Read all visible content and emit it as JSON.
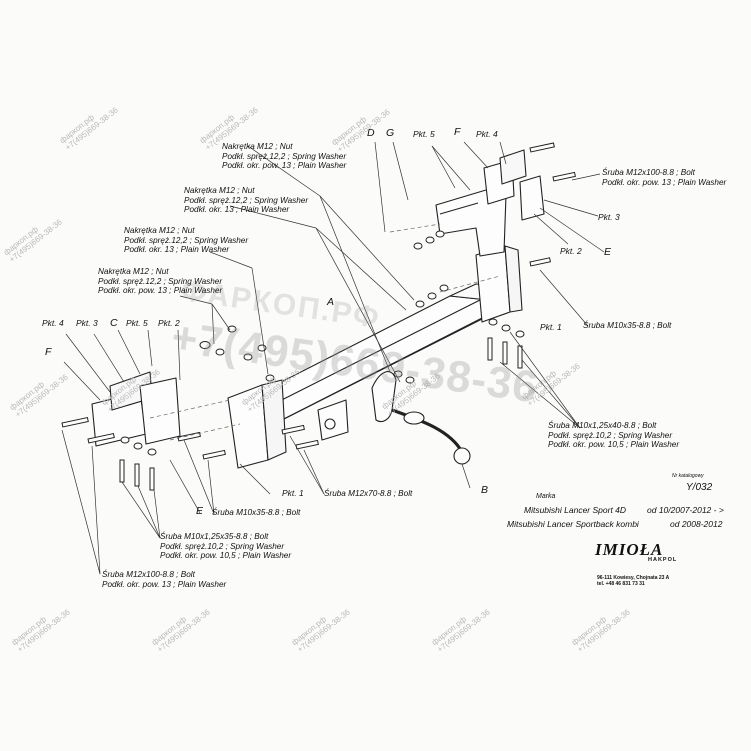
{
  "watermark": {
    "site": "фаркоп.рф",
    "phone": "+7(495)669-38-36",
    "big_line_1": "ФАРКОП.РФ",
    "big_line_2": "+7(495)669-38-36"
  },
  "labels": {
    "nut_group_1": [
      "Nakrętka M12 ; Nut",
      "Podkł. spręż.12,2 ; Spring Washer",
      "Podkł. okr. pow. 13 ; Plain Washer"
    ],
    "nut_group_2": [
      "Nakrętka M12 ; Nut",
      "Podkł. spręż.12,2 ; Spring Washer",
      "Podkł. okr. 13 ; Plain Washer"
    ],
    "nut_group_3": [
      "Nakrętka M12 ; Nut",
      "Podkł. spręż.12,2 ; Spring Washer",
      "Podkł. okr. 13 ; Plain Washer"
    ],
    "nut_group_4": [
      "Nakrętka M12 ; Nut",
      "Podkł. spręż.12,2 ; Spring Washer",
      "Podkł. okr. pow. 13 ; Plain Washer"
    ],
    "bolt_right_top": [
      "Śruba M12x100-8.8 ; Bolt",
      "Podkł. okr. pow. 13 ; Plain Washer"
    ],
    "bolt_m10x35_right": "Śruba M10x35-8.8 ;  Bolt",
    "bolt_m10x125_right": [
      "Śruba M10x1,25x40-8.8 ;  Bolt",
      "Podkł. spręż.10,2 ; Spring Washer",
      "Podkł. okr. pow. 10,5 ; Plain Washer"
    ],
    "bolt_m12x70": "Śruba M12x70-8.8 ;  Bolt",
    "bolt_m10x35_left": "Śruba M10x35-8.8 ;  Bolt",
    "bolt_m10x125_left": [
      "Śruba M10x1,25x35-8.8 ;  Bolt",
      "Podkł. spręż.10,2 ; Spring Washer",
      "Podkł. okr. pow. 10,5 ; Plain Washer"
    ],
    "bolt_left_bottom": [
      "Śruba M12x100-8.8 ;  Bolt",
      "Podkł. okr. pow. 13 ; Plain Washer"
    ]
  },
  "parts": {
    "pkt1_left": "Pkt. 1",
    "pkt1_right": "Pkt. 1",
    "pkt2_left": "Pkt. 2",
    "pkt2_right": "Pkt. 2",
    "pkt3_left": "Pkt. 3",
    "pkt3_right": "Pkt. 3",
    "pkt4_left": "Pkt. 4",
    "pkt4_right": "Pkt. 4",
    "pkt5_left": "Pkt. 5",
    "pkt5_right": "Pkt. 5",
    "letter_a": "A",
    "letter_b": "B",
    "letter_c": "C",
    "letter_d": "D",
    "letter_e_left": "E",
    "letter_e_right": "E",
    "letter_f_left": "F",
    "letter_f_right": "F",
    "letter_g": "G"
  },
  "info": {
    "catalog_label": "Nr katalogowy",
    "catalog_number": "Y/032",
    "marka_label": "Marka",
    "model_1": "Mitsubishi Lancer Sport 4D",
    "model_1_years": "od 10/2007-2012 - >",
    "model_2": "Mitsubishi Lancer Sportback kombi",
    "model_2_years": "od 2008-2012"
  },
  "brand": {
    "logo": "IMIOŁA",
    "logo_sub": "HAKPOL",
    "address_1": "96-111 Kowiesy, Chojnata 23 A",
    "address_2": "tel. +48 46 831 73 31"
  }
}
